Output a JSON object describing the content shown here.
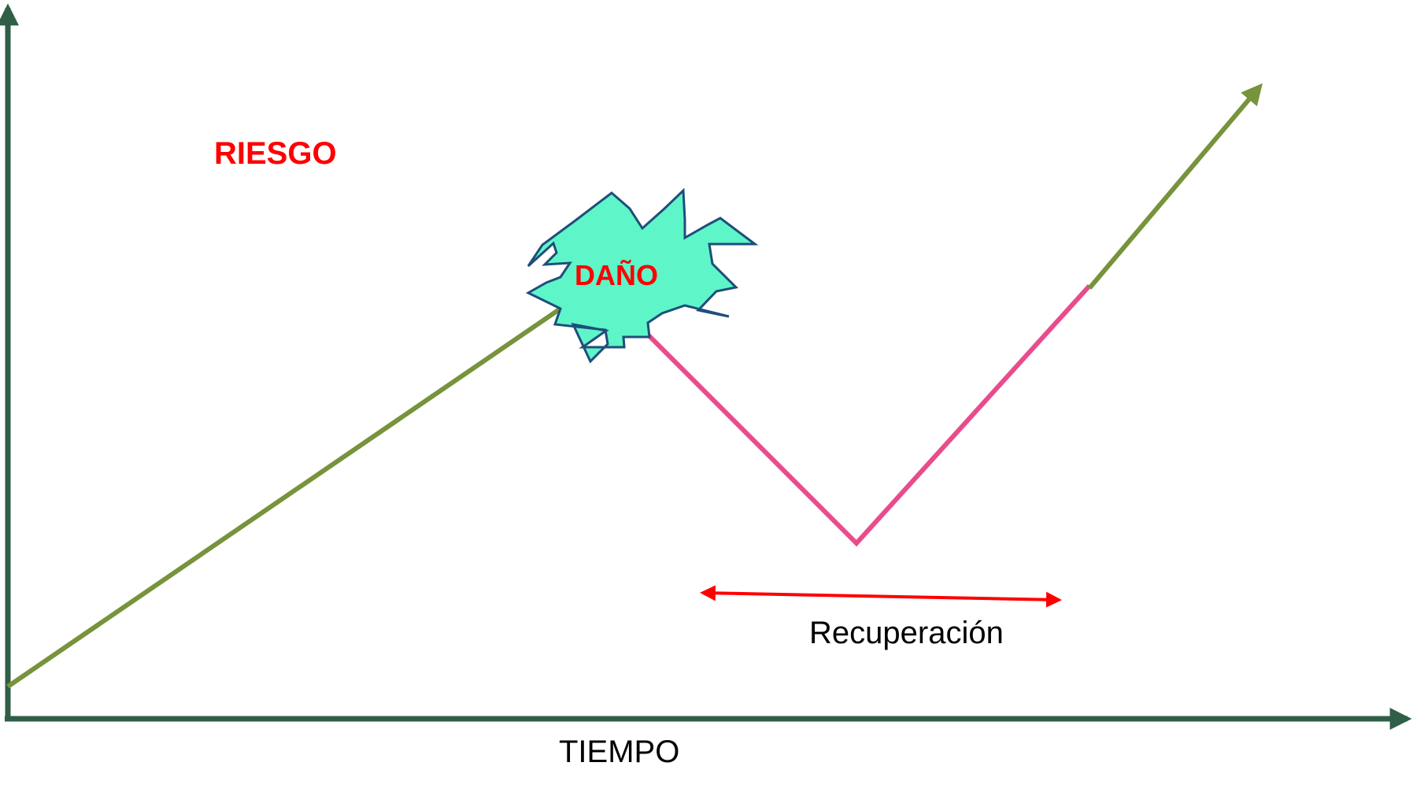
{
  "labels": {
    "risk": "RIESGO",
    "damage": "DAÑO",
    "recovery": "Recuperación",
    "time": "TIEMPO"
  },
  "colors": {
    "axis": "#2f5f46",
    "growth_line": "#77933c",
    "decline_line": "#e84c8b",
    "burst_fill": "#5ef5c9",
    "burst_stroke": "#1f4e79",
    "label_red": "#ff0000",
    "recovery_arrow": "#ff0000"
  }
}
